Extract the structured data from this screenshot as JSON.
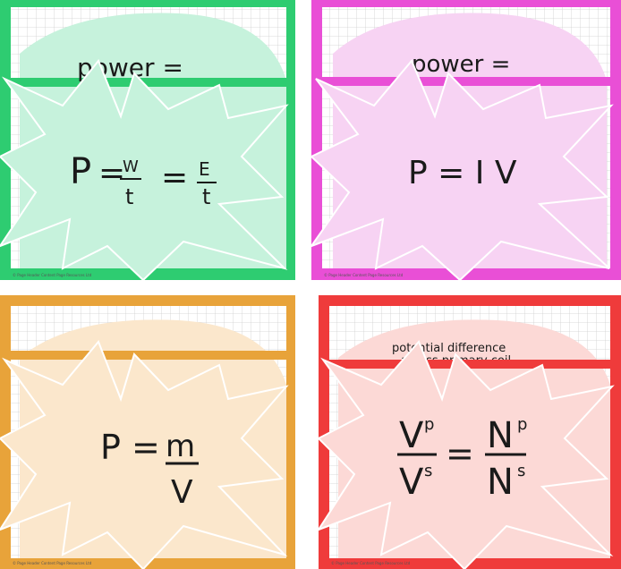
{
  "colors": {
    "green_frame": "#2ecc71",
    "green_fill": "#c6f2dc",
    "pink_frame": "#e94fd6",
    "pink_fill": "#f7d3f3",
    "orange_frame": "#e8a33a",
    "orange_fill": "#fbe7cc",
    "red_frame": "#ef3b3b",
    "red_fill": "#fcd9d6",
    "grid_line": "#cfcfcf",
    "ink": "#1a1a1a"
  },
  "cards": {
    "green": {
      "heading": "power =",
      "eq_p": "P",
      "eq_eq1": "=",
      "eq_w": "W",
      "eq_t1": "t",
      "eq_eq2": "=",
      "eq_e": "E",
      "eq_t2": "t",
      "footer": "© Page Header Content Page Resources Ltd"
    },
    "pink": {
      "heading": "power =",
      "equation": "P = I V",
      "footer": "© Page Header Content Page Resources Ltd"
    },
    "orange": {
      "eq_left": "P =",
      "eq_num": "m",
      "eq_den": "V",
      "footer": "© Page Header Content Page Resources Ltd"
    },
    "red": {
      "heading_line1": "potential difference",
      "heading_line2": "across primary coil",
      "eq_vp": "V",
      "eq_vp_sup": "p",
      "eq_vs": "V",
      "eq_vs_sup": "s",
      "eq_eq": "=",
      "eq_np": "N",
      "eq_np_sup": "p",
      "eq_ns": "N",
      "eq_ns_sup": "s",
      "footer": "© Page Header Content Page Resources Ltd"
    }
  }
}
